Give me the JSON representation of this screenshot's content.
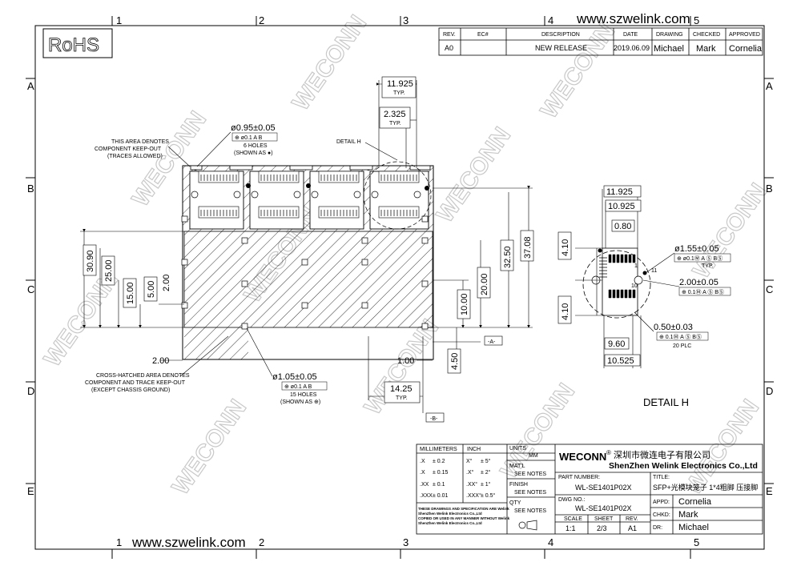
{
  "website_top": "www.szwelink.com",
  "website_bottom": "www.szwelink.com",
  "rohs": "RoHS",
  "watermark": "WECONN",
  "col_labels": [
    "1",
    "2",
    "3",
    "4",
    "5"
  ],
  "row_labels": [
    "A",
    "B",
    "C",
    "D",
    "E"
  ],
  "revision": {
    "headers": [
      "REV.",
      "EC#",
      "DESCRIPTION",
      "DATE",
      "DRAWING",
      "CHECKED",
      "APPROVED"
    ],
    "row": [
      "A0",
      "",
      "NEW RELEASE",
      "2019.06.09",
      "Michael",
      "Mark",
      "Cornelia"
    ]
  },
  "notes": {
    "keepout": [
      "THIS AREA DENOTES",
      "COMPONENT KEEP-OUT",
      "(TRACES ALLOWED)"
    ],
    "hole1": "ø0.95±0.05",
    "hole1_tol": "⊕ ø0.1 A B",
    "hole1_count": [
      "6 HOLES",
      "(SHOWN AS ●)"
    ],
    "detail_h": "DETAIL H",
    "crosshatch": [
      "CROSS-HATCHED AREA DENOTES",
      "COMPONENT AND TRACE KEEP-OUT",
      "(EXCEPT CHASSIS GROUND)"
    ],
    "hole2": "ø1.05±0.05",
    "hole2_tol": "⊕ ø0.1 A B",
    "hole2_count": [
      "15 HOLES",
      "(SHOWN AS ⊕)"
    ],
    "d1": "ø1.55±0.05",
    "d1_tol": "⊕ ø0.1Ⓜ A Ⓢ BⓈ",
    "d1_sub": "TYP.",
    "d2": "2.00±0.05",
    "d2_tol": "⊕ 0.1Ⓜ A Ⓢ BⓈ",
    "d3": "0.50±0.03",
    "d3_tol": "⊕ 0.1Ⓜ A Ⓢ BⓈ",
    "d3_sub": "20 PLC",
    "detail_title": "DETAIL H",
    "pin1": "1",
    "pin10": "10",
    "pin11": "11"
  },
  "dims": {
    "d11925": "11.925",
    "typ": "TYP.",
    "d2325": "2.325",
    "d3090": "30.90",
    "d2500": "25.00",
    "d1500": "15.00",
    "d500": "5.00",
    "d200v": "2.00",
    "d3708": "37.08",
    "d3250": "32.50",
    "d2000": "20.00",
    "d1000": "10.00",
    "d450": "4.50",
    "d200": "2.00",
    "d100": "1.00",
    "d1425": "14.25",
    "datum_a": "-A-",
    "datum_b": "-B-",
    "r_11925": "11.925",
    "r_10925": "10.925",
    "r_080": "0.80",
    "r_410a": "4.10",
    "r_410b": "4.10",
    "r_960": "9.60",
    "r_10525": "10.525"
  },
  "title_block": {
    "tol_headers": [
      "MILLIMETERS",
      "INCH",
      "UNITS"
    ],
    "units_val": "MM",
    "tol_rows": [
      [
        ".X",
        "± 0.2",
        "X°",
        "± 5°"
      ],
      [
        ".X",
        "± 0.15",
        ".X°",
        "± 2°"
      ],
      [
        ".XX",
        "± 0.1",
        ".XX°",
        "± 1°"
      ],
      [
        ".XXX",
        "± 0.01",
        ".XXX°",
        "± 0.5°"
      ]
    ],
    "matl": "MAT'L",
    "matl_val": "SEE NOTES",
    "finish": "FINISH",
    "finish_val": "SEE NOTES",
    "qty": "QTY",
    "qty_val": "SEE NOTES",
    "disclaimer": [
      "THESE DRAWINGS AND SPECIFICATION ARE Welink",
      "ShenZhen Welink Electronics Co.,Ltd",
      "COPIED OR USED IN ANY MANNER WITHOUT Welink",
      "ShenZhen Welink Electronics Co.,Ltd"
    ],
    "brand": "WECONN",
    "company_cn": "深圳市微连电子有限公司",
    "company_en": "ShenZhen Welink Electronics Co.,Ltd",
    "part_label": "PART NUMBER:",
    "part_val": "WL-SE1401P02X",
    "title_label": "TITLE:",
    "title_val": "SFP+光模块笼子 1*4粗脚 压接脚",
    "dwg_label": "DWG NO.:",
    "dwg_val": "WL-SE1401P02X",
    "scale_label": "SCALE",
    "scale_val": "1:1",
    "sheet_label": "SHEET",
    "sheet_val": "2/3",
    "rev_label": "REV.",
    "rev_val": "A1",
    "appd_label": "APPD:",
    "appd_val": "Cornelia",
    "chkd_label": "CHKD:",
    "chkd_val": "Mark",
    "dr_label": "DR:",
    "dr_val": "Michael"
  }
}
